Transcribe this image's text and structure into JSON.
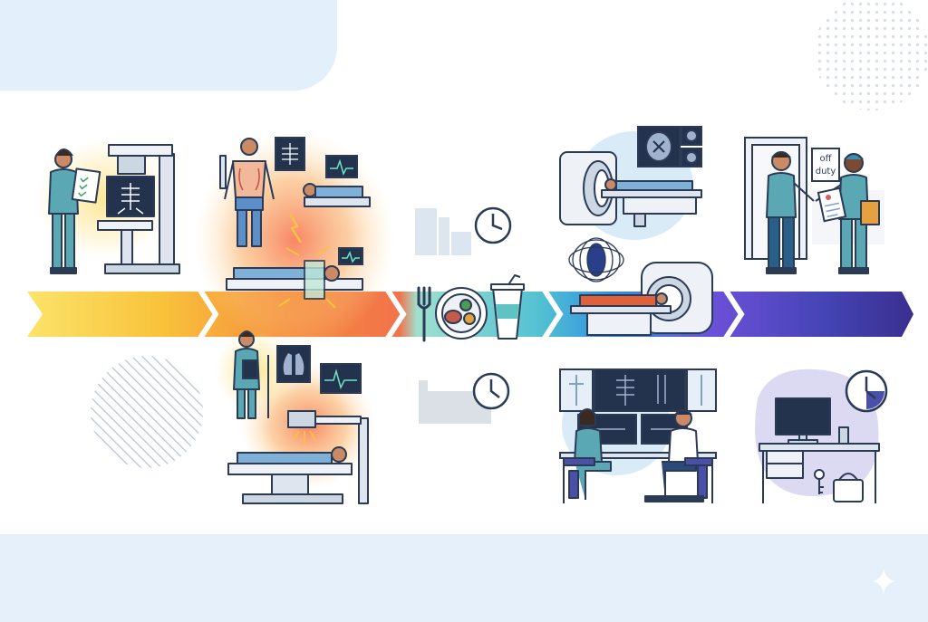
{
  "colors": {
    "background": "#ffffff",
    "top_left_panel": "#e3effa",
    "bottom_band": "#e6f0fa",
    "outline": "#2b3a55",
    "scrub_teal": "#5aa8b3",
    "arrow_stops": [
      "#f9d548",
      "#f6a33a",
      "#f2734a",
      "#7fd4c8",
      "#5fc3d6",
      "#2f8fe0",
      "#6a4fd6",
      "#3b3fa8",
      "#3a2f8f"
    ]
  },
  "scenes": [
    {
      "name": "xray-technician-scene",
      "icons": [
        "technician-clipboard-icon",
        "xray-machine-icon"
      ]
    },
    {
      "name": "chest-imaging-scene",
      "icons": [
        "standing-patient-icon",
        "chest-xray-film-icon",
        "vital-monitor-icon",
        "patient-on-table-icon"
      ]
    },
    {
      "name": "bedside-xray-scene",
      "icons": [
        "technician-tablet-icon",
        "lung-xray-film-icon",
        "ecg-monitor-icon",
        "ceiling-xray-icon"
      ]
    },
    {
      "name": "break-scene",
      "icons": [
        "water-cooler-icon",
        "wall-clock-icon",
        "fork-icon",
        "meal-plate-icon",
        "drink-cup-icon"
      ]
    },
    {
      "name": "lounge-scene",
      "icons": [
        "sofa-icon",
        "wall-clock-icon"
      ]
    },
    {
      "name": "mri-scan-scene",
      "icons": [
        "mri-scanner-icon",
        "brain-scan-screen-icon"
      ]
    },
    {
      "name": "ct-scan-scene",
      "icons": [
        "magnetic-field-icon",
        "ct-scanner-icon"
      ]
    },
    {
      "name": "image-review-scene",
      "icons": [
        "radiologist-pair-icon",
        "monitor-wall-icon"
      ]
    },
    {
      "name": "handover-scene",
      "icons": [
        "handshake-icon",
        "off-duty-door-sign-icon",
        "report-sheet-icon"
      ]
    },
    {
      "name": "shift-end-scene",
      "icons": [
        "desk-computer-icon",
        "wall-clock-icon",
        "keys-icon",
        "bag-icon"
      ]
    }
  ],
  "door_sign": {
    "line1": "off",
    "line2": "duty"
  }
}
